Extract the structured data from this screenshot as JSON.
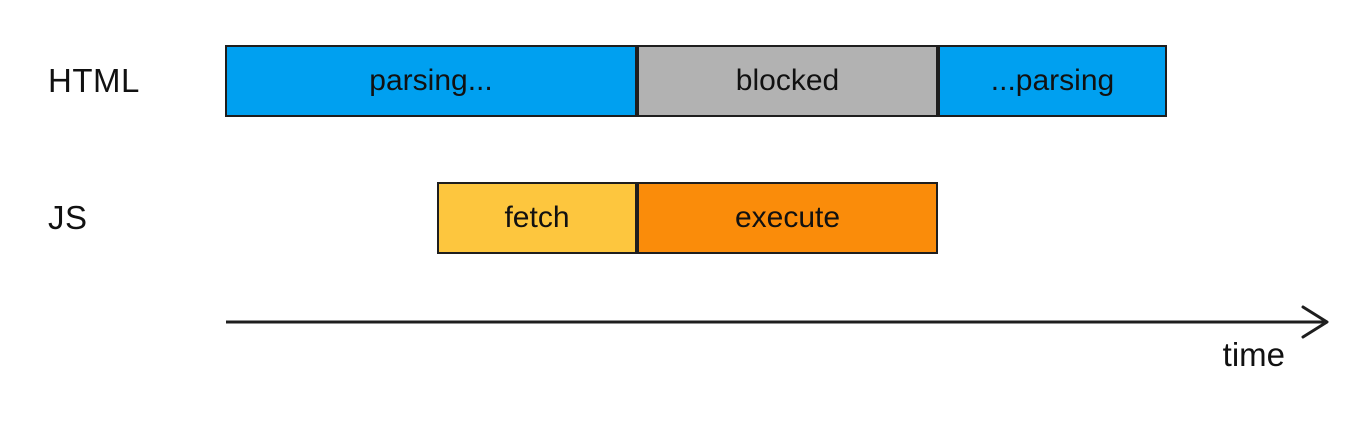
{
  "diagram": {
    "rows": [
      {
        "label": "HTML",
        "segments": [
          {
            "text": "parsing...",
            "color": "#00A0F0"
          },
          {
            "text": "blocked",
            "color": "#B2B2B2"
          },
          {
            "text": "...parsing",
            "color": "#00A0F0"
          }
        ]
      },
      {
        "label": "JS",
        "segments": [
          {
            "text": "fetch",
            "color": "#FDC63E"
          },
          {
            "text": "execute",
            "color": "#FA8C0A"
          }
        ]
      }
    ],
    "axis": {
      "label": "time"
    },
    "style": {
      "border_color": "#1E1E1E",
      "text_color": "#111111",
      "background": "#FFFFFF",
      "arrow_color": "#1E1E1E"
    }
  }
}
